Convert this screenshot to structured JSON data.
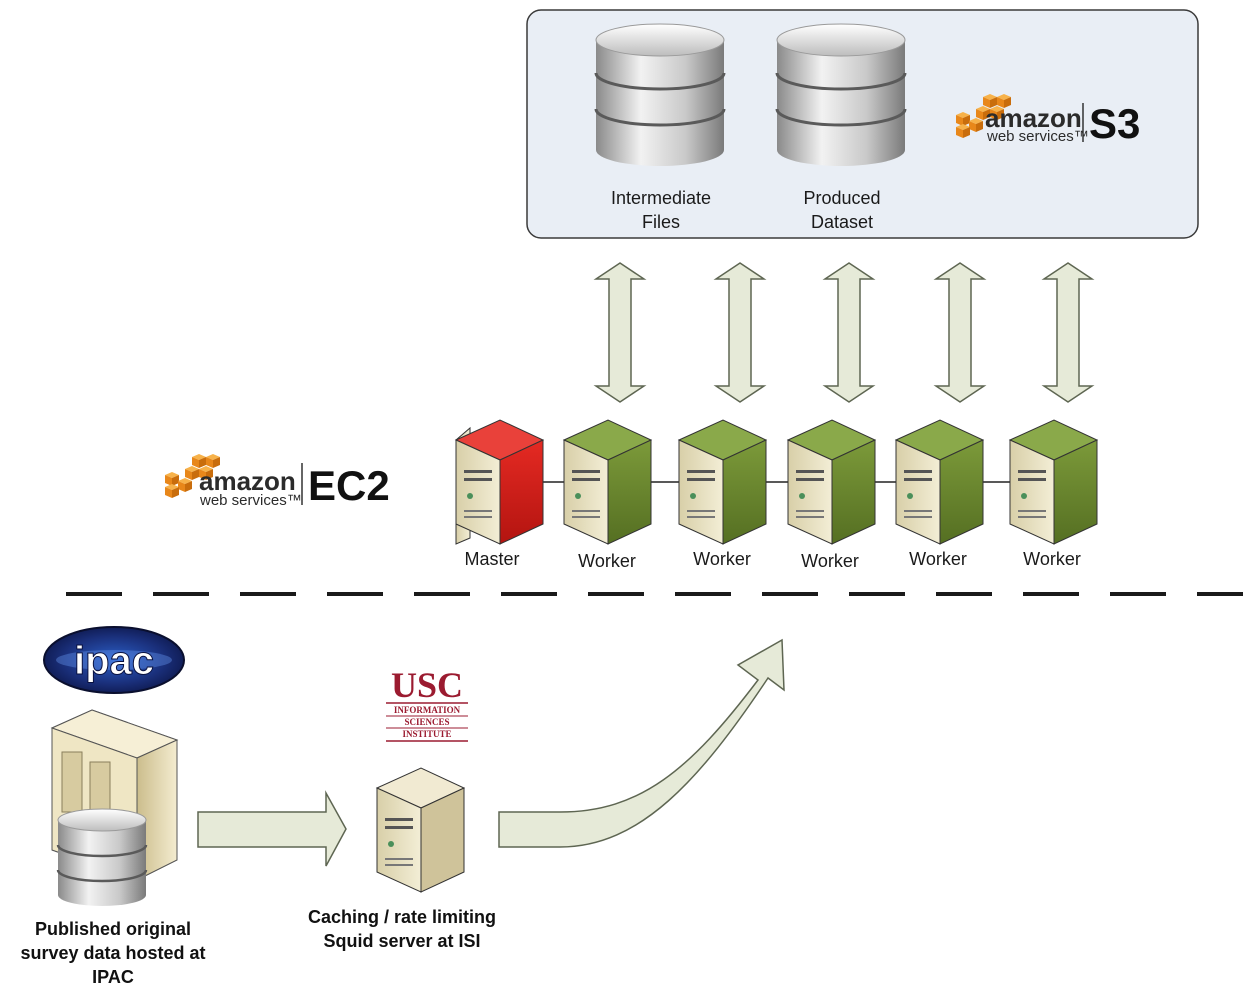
{
  "s3_group": {
    "logo": {
      "amazon": "amazon",
      "webservices": "web services™",
      "service": "S3"
    },
    "databases": [
      {
        "label_line1": "Intermediate",
        "label_line2": "Files"
      },
      {
        "label_line1": "Produced",
        "label_line2": "Dataset"
      }
    ]
  },
  "ec2_group": {
    "logo": {
      "amazon": "amazon",
      "webservices": "web services™",
      "service": "EC2"
    },
    "master": {
      "label": "Master",
      "color": "#d31a17"
    },
    "workers": [
      {
        "label": "Worker"
      },
      {
        "label": "Worker"
      },
      {
        "label": "Worker"
      },
      {
        "label": "Worker"
      },
      {
        "label": "Worker"
      }
    ],
    "worker_color": "#6f8f2e"
  },
  "ipac": {
    "logo_text": "ipac",
    "caption_line1": "Published original",
    "caption_line2": "survey data hosted at",
    "caption_line3": "IPAC"
  },
  "isi": {
    "logo_main": "USC",
    "logo_line1": "INFORMATION",
    "logo_line2": "SCIENCES",
    "logo_line3": "INSTITUTE",
    "caption_line1": "Caching / rate limiting",
    "caption_line2": "Squid server at ISI"
  },
  "colors": {
    "arrow_fill": "#e6ead8",
    "arrow_stroke": "#5e6652",
    "s3_box_fill": "#e9eef5",
    "aws_orange": "#f39c1f",
    "usc_red": "#9b1b30"
  }
}
